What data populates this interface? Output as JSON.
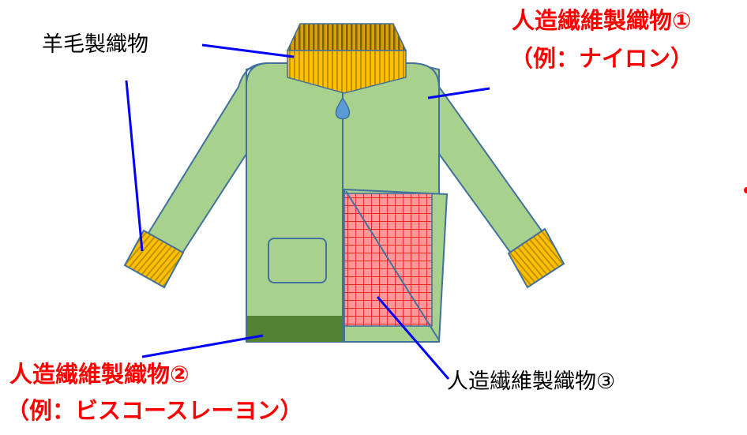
{
  "labels": {
    "wool": "羊毛製織物",
    "synthetic1_line1": "人造繊維製織物①",
    "synthetic1_line2": "（例：ナイロン）",
    "synthetic2_line1": "人造繊維製織物②",
    "synthetic2_line2": "（例：ビスコースレーヨン）",
    "synthetic3": "人造繊維製織物③"
  },
  "colors": {
    "body": "#a9d18e",
    "outline": "#41719c",
    "knit": "#ffc000",
    "knit_stripe": "#bf9000",
    "collar_top": "#c09000",
    "hem_dark": "#548235",
    "lining_fill": "#ff9999",
    "lining_grid": "#e00000",
    "leader": "#0000ff",
    "zipper_pull": "#5b9bd5",
    "label_red": "#ff0000",
    "label_black": "#000000"
  }
}
